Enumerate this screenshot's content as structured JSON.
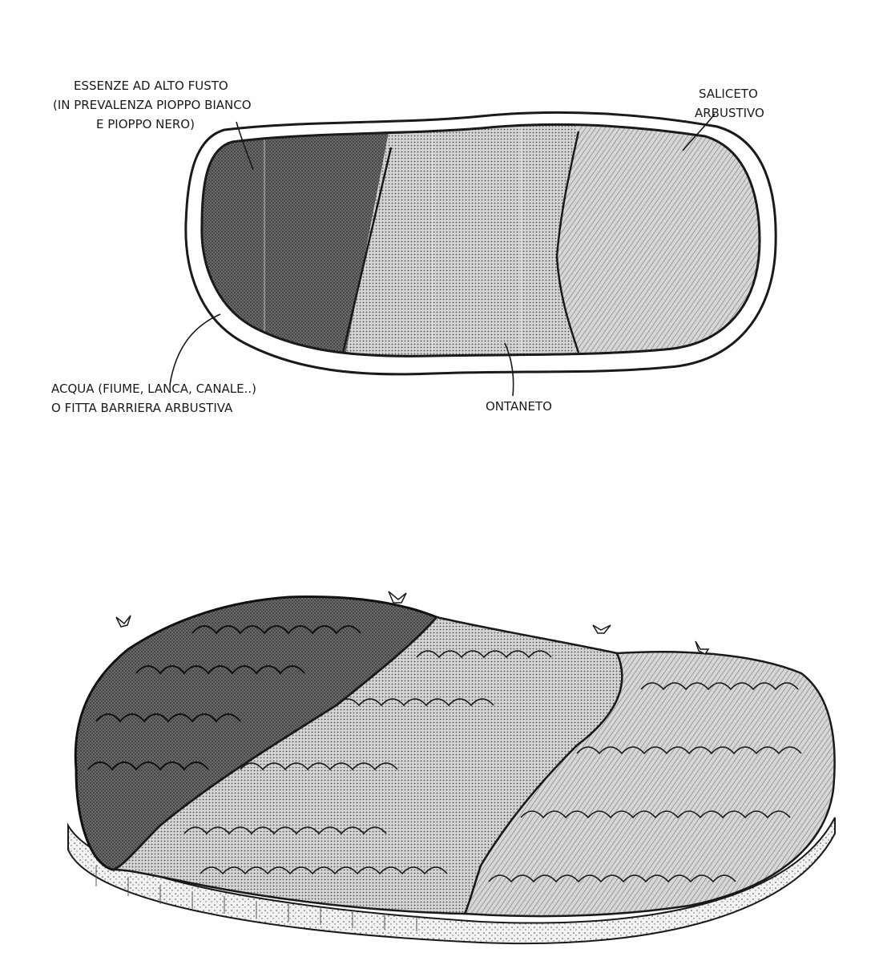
{
  "labels": {
    "tall_trees": [
      "ESSENZE AD ALTO FUSTO",
      "(IN PREVALENZA PIOPPO BIANCO",
      "E PIOPPO NERO)"
    ],
    "willow": [
      "SALICETO",
      "ARBUSTIVO"
    ],
    "water": [
      "ACQUA (FIUME, LANCA, CANALE..)",
      "O FITTA BARRIERA ARBUSTIVA"
    ],
    "alder": "ONTANETO"
  },
  "colors": {
    "ink": "#1a1a1a",
    "tall_trees_fill": "#5a5a5a",
    "alder_fill": "#b8b8b8",
    "willow_fill": "#c9c9c9",
    "paper": "#ffffff"
  }
}
